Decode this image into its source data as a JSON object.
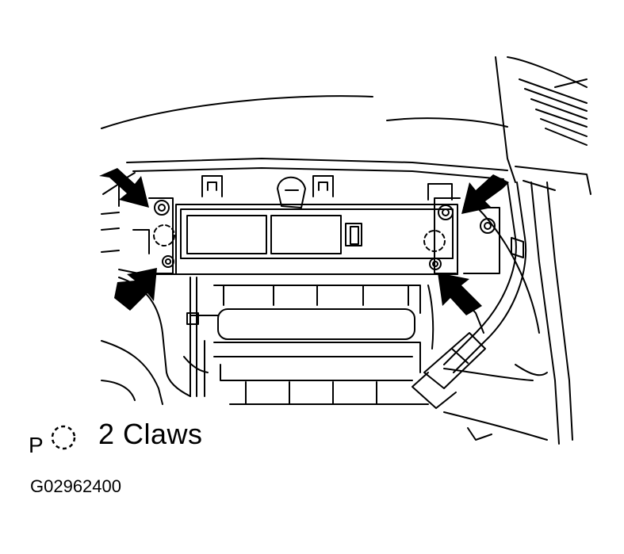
{
  "legend": {
    "prefix": "P",
    "claw_symbol": "dashed-circle-icon",
    "text": "2 Claws"
  },
  "figure_id": "G02962400",
  "colors": {
    "line": "#000000",
    "background": "#ffffff"
  }
}
